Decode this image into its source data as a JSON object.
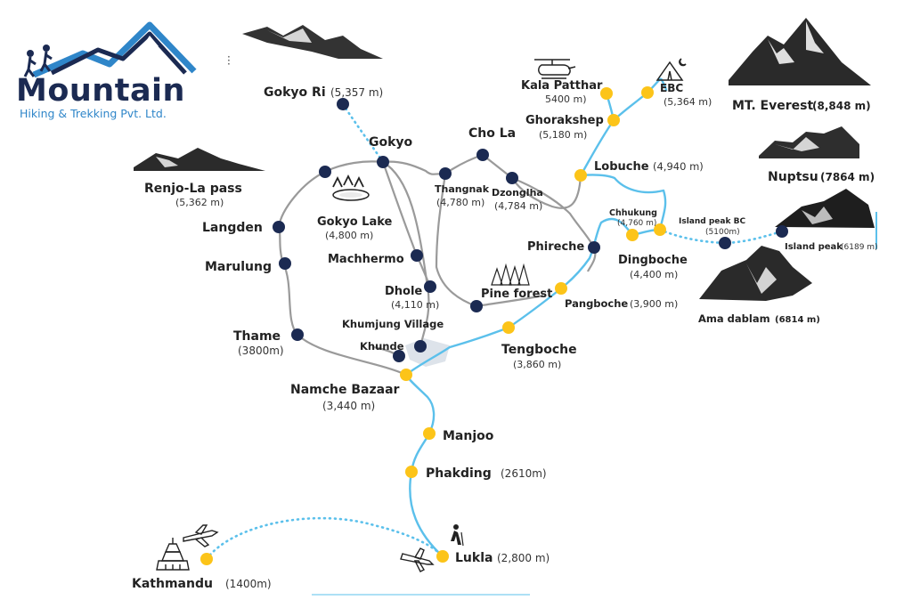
{
  "brand": {
    "name": "Mountain",
    "subtitle": "Hiking & Trekking Pvt. Ltd."
  },
  "colors": {
    "trail": "#5bc0eb",
    "alt_trail": "#9a9a9a",
    "stop_yellow": "#fcc419",
    "stop_navy": "#1b2a52",
    "brand_navy": "#1b2a52",
    "brand_blue": "#2f86c9"
  },
  "places": [
    {
      "id": "lukla",
      "name": "Lukla",
      "alt": "(2,800 m)",
      "kind": "yellow"
    },
    {
      "id": "kathmandu",
      "name": "Kathmandu",
      "alt": "(1400m)",
      "kind": "yellow"
    },
    {
      "id": "phakding",
      "name": "Phakding",
      "alt": "(2610m)",
      "kind": "yellow"
    },
    {
      "id": "manjoo",
      "name": "Manjoo",
      "alt": "",
      "kind": "yellow"
    },
    {
      "id": "namche",
      "name": "Namche Bazaar",
      "alt": "(3,440 m)",
      "kind": "yellow"
    },
    {
      "id": "tengboche",
      "name": "Tengboche",
      "alt": "(3,860 m)",
      "kind": "yellow"
    },
    {
      "id": "pangboche",
      "name": "Pangboche",
      "alt": "(3,900 m)",
      "kind": "yellow"
    },
    {
      "id": "dingboche",
      "name": "Dingboche",
      "alt": "(4,400 m)",
      "kind": "yellow"
    },
    {
      "id": "chhukung",
      "name": "Chhukung",
      "alt": "(4,760 m)",
      "kind": "yellow"
    },
    {
      "id": "lobuche",
      "name": "Lobuche",
      "alt": "(4,940 m)",
      "kind": "yellow"
    },
    {
      "id": "gorakshep",
      "name": "Ghorakshep",
      "alt": "(5,180 m)",
      "kind": "yellow"
    },
    {
      "id": "kalapatthar",
      "name": "Kala Patthar",
      "alt": "5400 m)",
      "kind": "yellow"
    },
    {
      "id": "ebc",
      "name": "EBC",
      "alt": "(5,364 m)",
      "kind": "yellow"
    },
    {
      "id": "islandbc",
      "name": "Island peak BC",
      "alt": "(5100m)",
      "kind": "navy"
    },
    {
      "id": "islandpeak",
      "name": "Island peak",
      "alt": "(6189 m)",
      "kind": "navy"
    },
    {
      "id": "phireche",
      "name": "Phireche",
      "alt": "",
      "kind": "navy"
    },
    {
      "id": "pineforest",
      "name": "Pine forest",
      "alt": "",
      "kind": "navy"
    },
    {
      "id": "khumjung",
      "name": "Khumjung Village",
      "alt": "",
      "kind": "navy"
    },
    {
      "id": "khunde",
      "name": "Khunde",
      "alt": "",
      "kind": "navy"
    },
    {
      "id": "dhole",
      "name": "Dhole",
      "alt": "(4,110 m)",
      "kind": "navy"
    },
    {
      "id": "machhermo",
      "name": "Machhermo",
      "alt": "",
      "kind": "navy"
    },
    {
      "id": "gokyolake",
      "name": "Gokyo Lake",
      "alt": "(4,800 m)",
      "kind": "navy"
    },
    {
      "id": "gokyo",
      "name": "Gokyo",
      "alt": "",
      "kind": "navy"
    },
    {
      "id": "gokyori",
      "name": "Gokyo Ri",
      "alt": "(5,357 m)",
      "kind": "navy"
    },
    {
      "id": "thangnak",
      "name": "Thangnak",
      "alt": "(4,780 m)",
      "kind": "navy"
    },
    {
      "id": "chola",
      "name": "Cho La",
      "alt": "",
      "kind": "navy"
    },
    {
      "id": "dzonglha",
      "name": "Dzonglha",
      "alt": "(4,784 m)",
      "kind": "navy"
    },
    {
      "id": "renjola",
      "name": "Renjo-La pass",
      "alt": "(5,362 m)",
      "kind": "navy"
    },
    {
      "id": "langden",
      "name": "Langden",
      "alt": "",
      "kind": "navy"
    },
    {
      "id": "marulung",
      "name": "Marulung",
      "alt": "",
      "kind": "navy"
    },
    {
      "id": "thame",
      "name": "Thame",
      "alt": "(3800m)",
      "kind": "navy"
    }
  ],
  "peaks": [
    {
      "id": "everest",
      "name": "MT. Everest",
      "alt": "(8,848 m)"
    },
    {
      "id": "nuptse",
      "name": "Nuptsu",
      "alt": "(7864 m)"
    },
    {
      "id": "amadablam",
      "name": "Ama dablam",
      "alt": "(6814 m)"
    }
  ]
}
